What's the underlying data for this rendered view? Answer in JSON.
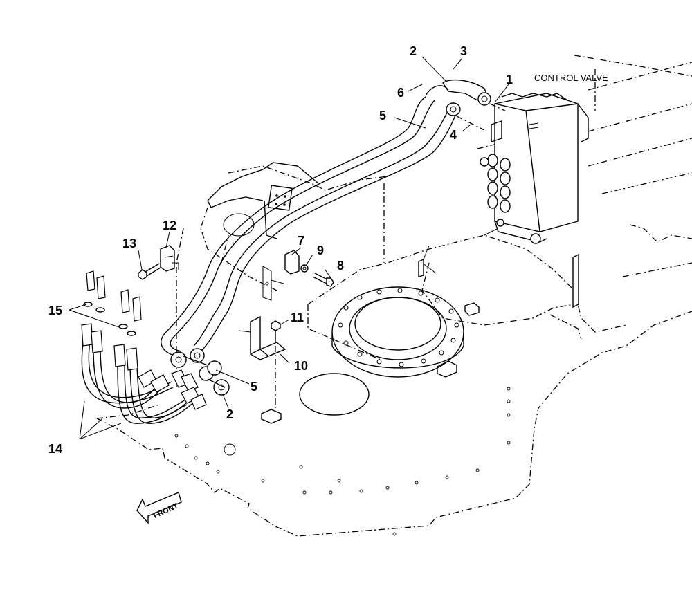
{
  "diagram": {
    "control_valve_label": "CONTROL VALVE",
    "front_label": "FRONT",
    "callouts": {
      "c1": "1",
      "c2_top": "2",
      "c2_bottom": "2",
      "c3": "3",
      "c4": "4",
      "c5_top": "5",
      "c5_bottom": "5",
      "c6": "6",
      "c7": "7",
      "c8": "8",
      "c9": "9",
      "c10": "10",
      "c11": "11",
      "c12": "12",
      "c13": "13",
      "c14": "14",
      "c15": "15"
    }
  }
}
